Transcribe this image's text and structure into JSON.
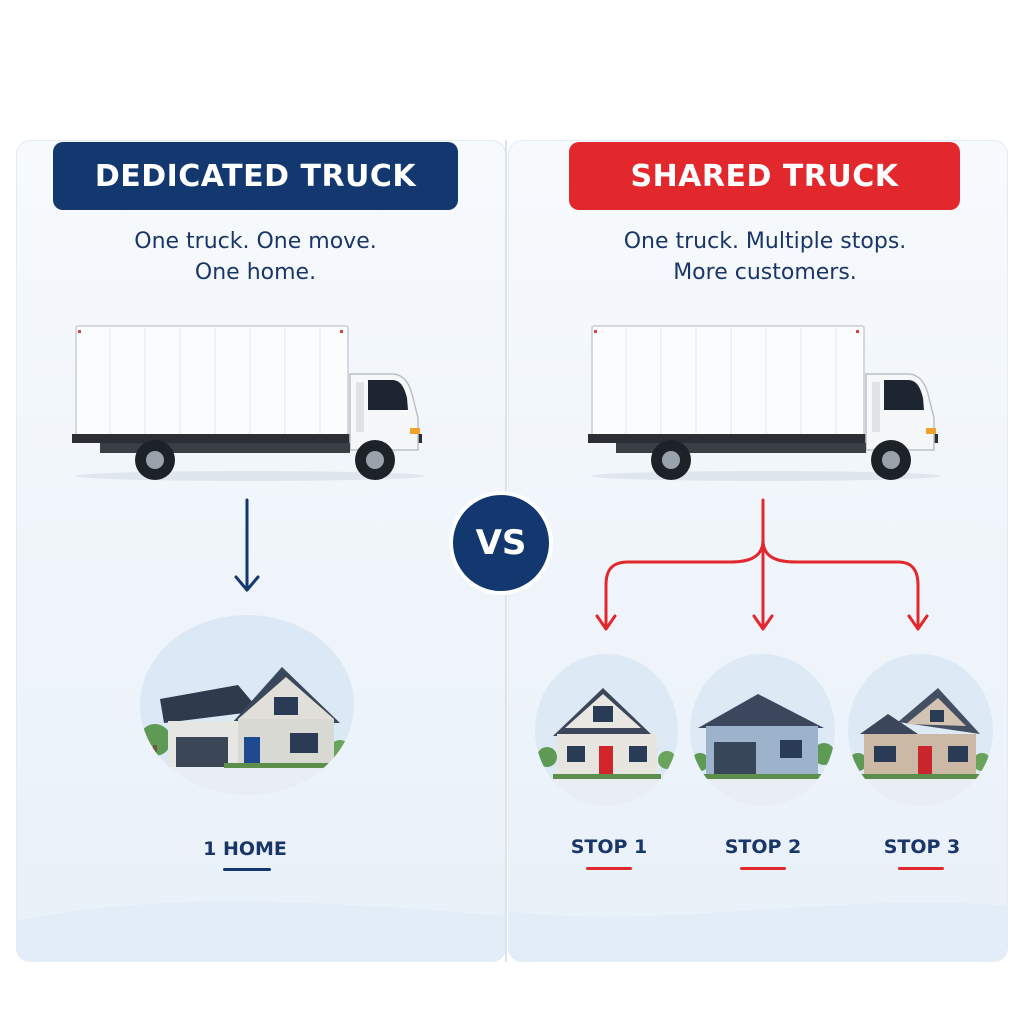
{
  "left": {
    "title": "DEDICATED TRUCK",
    "subtitle_line1": "One truck. One move.",
    "subtitle_line2": "One home.",
    "house_label": "1 HOME",
    "accent": "#13386f"
  },
  "right": {
    "title": "SHARED TRUCK",
    "subtitle_line1": "One truck. Multiple stops.",
    "subtitle_line2": "More customers.",
    "stops": [
      {
        "label": "STOP 1"
      },
      {
        "label": "STOP 2"
      },
      {
        "label": "STOP 3"
      }
    ],
    "accent": "#e3282d"
  },
  "vs_label": "VS",
  "icons": [
    "box-truck-icon",
    "down-arrow-icon",
    "branching-arrow-icon",
    "house-icon"
  ]
}
